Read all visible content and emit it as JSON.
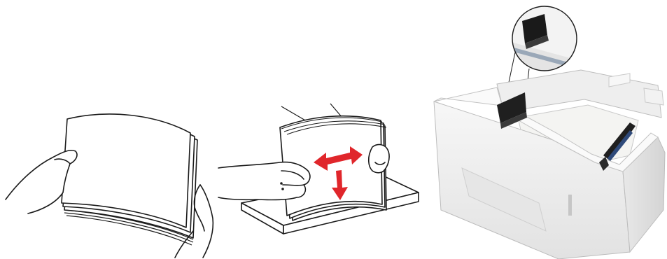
{
  "figure": {
    "panels": [
      {
        "name": "fan-paper-stack",
        "arrows": 0
      },
      {
        "name": "align-paper-stack",
        "arrows": 2,
        "arrow_color": "#e0262b"
      },
      {
        "name": "paper-tray-with-guides",
        "detail_callout": true,
        "tray_color": "#f2f2f2",
        "guide_color": "#1f1f1f"
      }
    ],
    "line_color": "#1a1a1a"
  }
}
